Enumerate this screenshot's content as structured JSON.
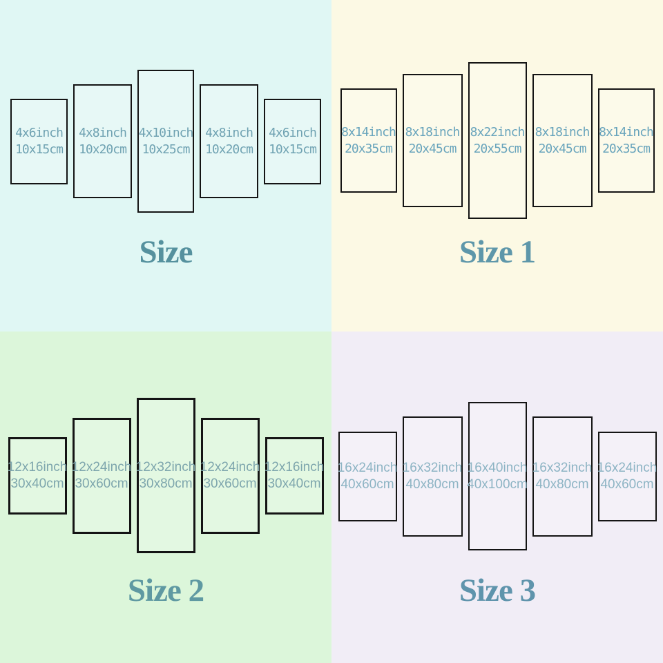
{
  "quadrants": [
    {
      "id": "size",
      "title": "Size",
      "colors": {
        "bg": "#e0f7f4",
        "label": "#6fa2b2",
        "title": "#55919e"
      },
      "panels": [
        {
          "inch": "4x6inch",
          "cm": "10x15cm"
        },
        {
          "inch": "4x8inch",
          "cm": "10x20cm"
        },
        {
          "inch": "4x10inch",
          "cm": "10x25cm"
        },
        {
          "inch": "4x8inch",
          "cm": "10x20cm"
        },
        {
          "inch": "4x6inch",
          "cm": "10x15cm"
        }
      ]
    },
    {
      "id": "size-1",
      "title": "Size 1",
      "colors": {
        "bg": "#fcf9e4",
        "label": "#68a4bc",
        "title": "#5e97aa"
      },
      "panels": [
        {
          "inch": "8x14inch",
          "cm": "20x35cm"
        },
        {
          "inch": "8x18inch",
          "cm": "20x45cm"
        },
        {
          "inch": "8x22inch",
          "cm": "20x55cm"
        },
        {
          "inch": "8x18inch",
          "cm": "20x45cm"
        },
        {
          "inch": "8x14inch",
          "cm": "20x35cm"
        }
      ]
    },
    {
      "id": "size-2",
      "title": "Size 2",
      "colors": {
        "bg": "#dcf6da",
        "label": "#7ea6ad",
        "title": "#5f99a2"
      },
      "panels": [
        {
          "inch": "12x16inch",
          "cm": "30x40cm"
        },
        {
          "inch": "12x24inch",
          "cm": "30x60cm"
        },
        {
          "inch": "12x32inch",
          "cm": "30x80cm"
        },
        {
          "inch": "12x24inch",
          "cm": "30x60cm"
        },
        {
          "inch": "12x16inch",
          "cm": "30x40cm"
        }
      ]
    },
    {
      "id": "size-3",
      "title": "Size 3",
      "colors": {
        "bg": "#f1edf6",
        "label": "#8db4c4",
        "title": "#5f94ac"
      },
      "panels": [
        {
          "inch": "16x24inch",
          "cm": "40x60cm"
        },
        {
          "inch": "16x32inch",
          "cm": "40x80cm"
        },
        {
          "inch": "16x40inch",
          "cm": "40x100cm"
        },
        {
          "inch": "16x32inch",
          "cm": "40x80cm"
        },
        {
          "inch": "16x24inch",
          "cm": "40x60cm"
        }
      ]
    }
  ]
}
